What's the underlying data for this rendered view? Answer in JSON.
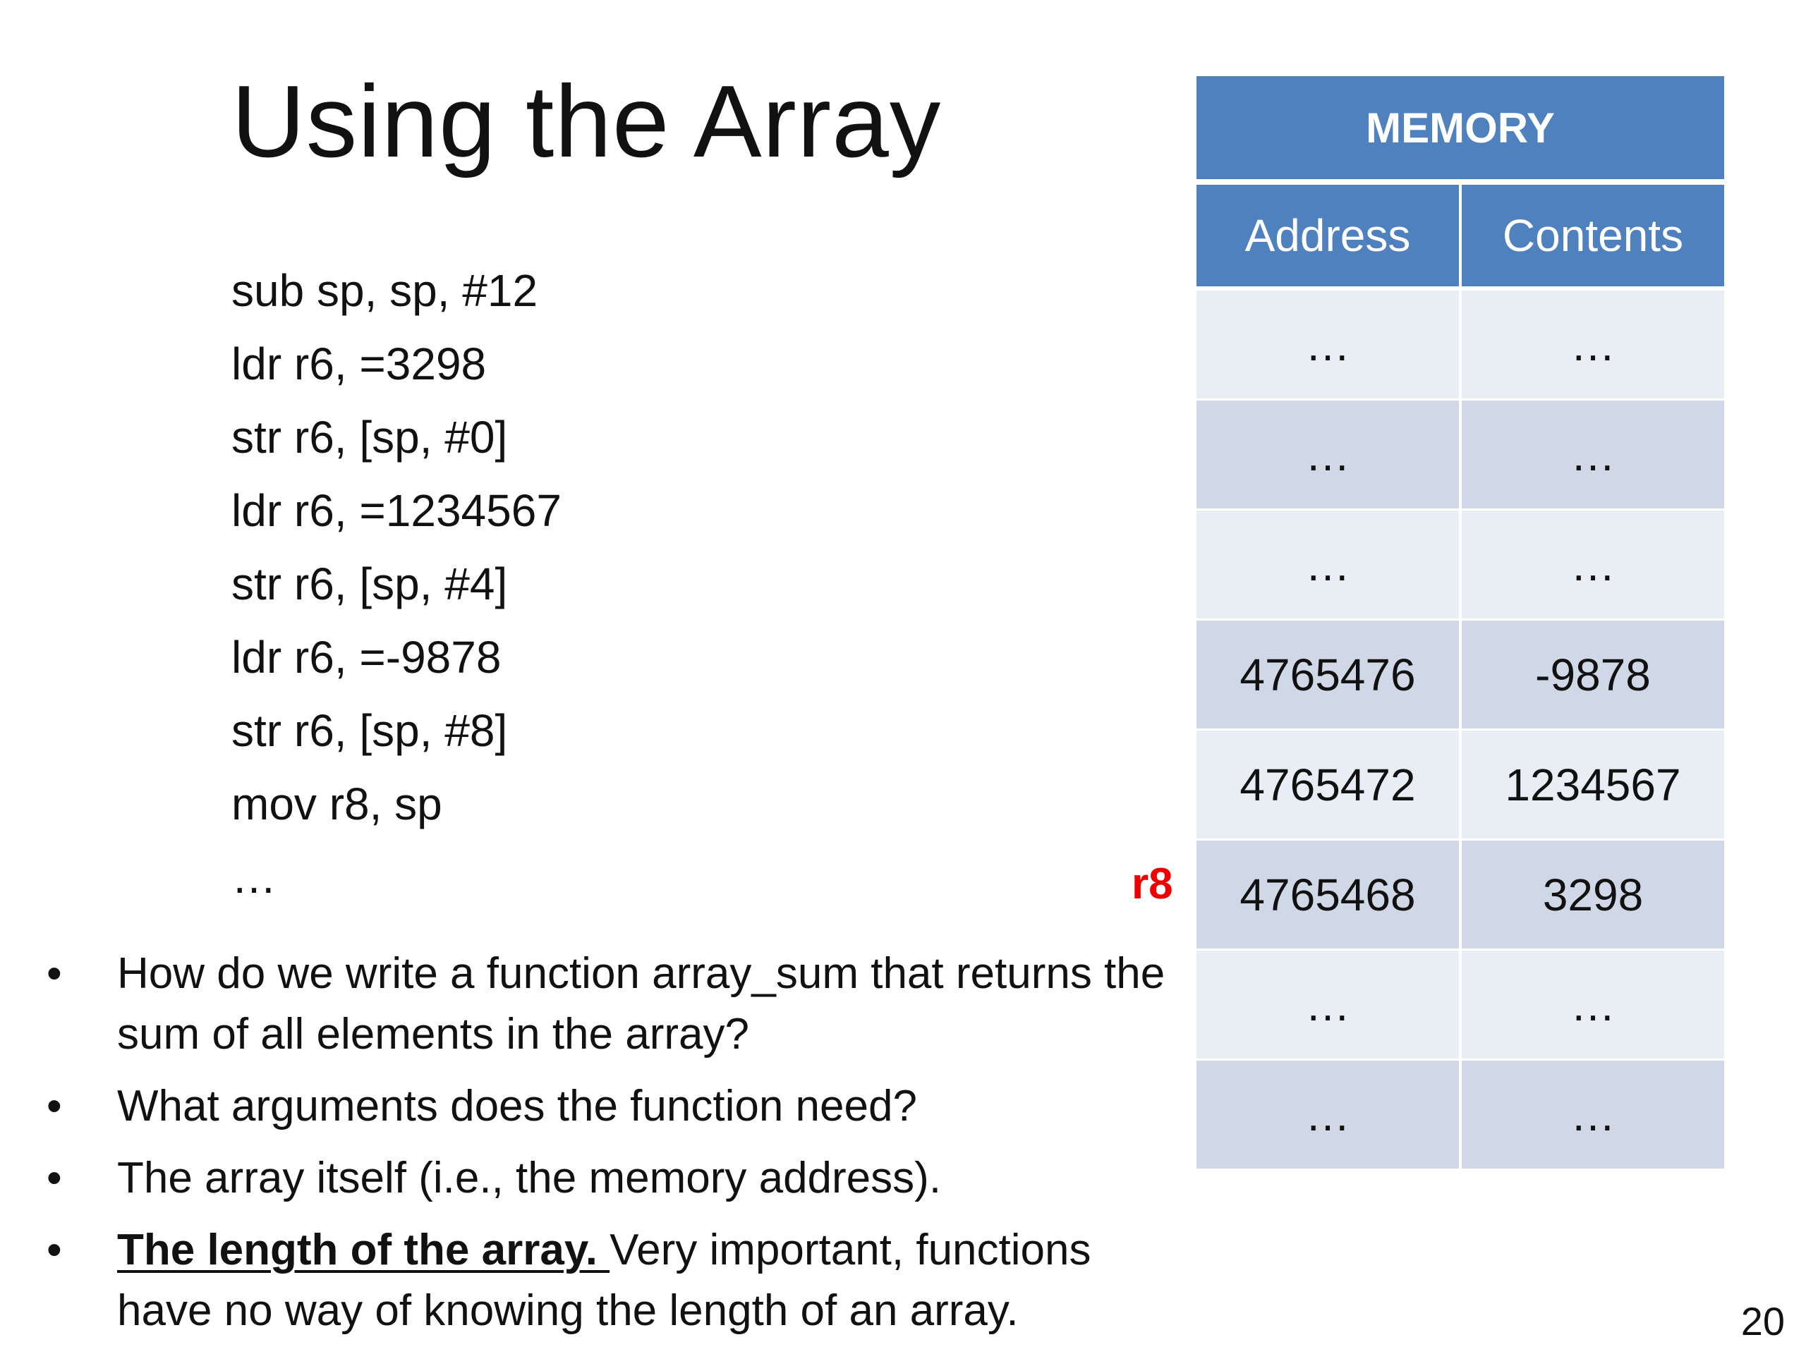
{
  "slide": {
    "title": "Using the Array",
    "page_number": "20"
  },
  "code_lines": [
    "sub sp, sp, #12",
    "ldr r6, =3298",
    "str r6, [sp, #0]",
    "ldr r6, =1234567",
    "str r6, [sp, #4]",
    "ldr r6, =-9878",
    "str r6, [sp, #8]",
    "mov r8, sp",
    "…"
  ],
  "bullets": [
    {
      "text": "How do we write a function array_sum that returns the sum of all elements in the array?"
    },
    {
      "text": "What arguments does the function need?"
    },
    {
      "text": "The array itself (i.e., the memory address)."
    },
    {
      "emphasis": "The length of the array. ",
      "text": "Very important, functions have no way of knowing the length of an array."
    }
  ],
  "memory": {
    "title": "MEMORY",
    "columns": [
      "Address",
      "Contents"
    ],
    "rows": [
      {
        "address": "…",
        "contents": "…"
      },
      {
        "address": "…",
        "contents": "…"
      },
      {
        "address": "…",
        "contents": "…"
      },
      {
        "address": "4765476",
        "contents": "-9878"
      },
      {
        "address": "4765472",
        "contents": "1234567"
      },
      {
        "address": "4765468",
        "contents": "3298"
      },
      {
        "address": "…",
        "contents": "…"
      },
      {
        "address": "…",
        "contents": "…"
      }
    ],
    "pointer_label": "r8",
    "colors": {
      "header": "#4e81bd",
      "row_light": "#e9edf4",
      "row_dark": "#d0d8e8",
      "pointer": "#ee0000"
    }
  }
}
